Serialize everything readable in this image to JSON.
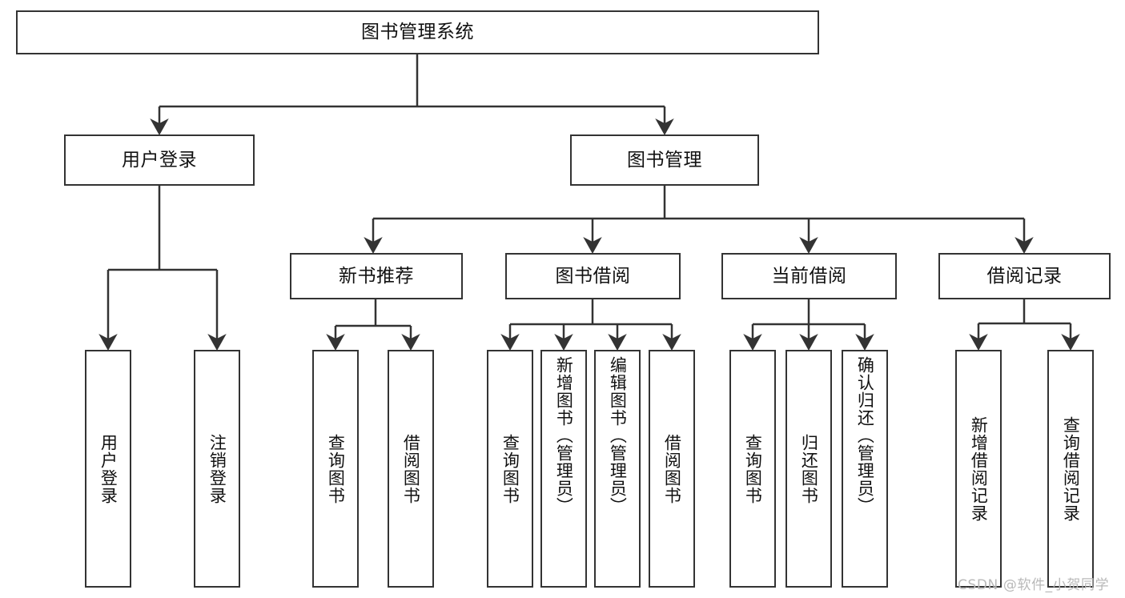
{
  "diagram": {
    "title": "图书管理系统",
    "type": "tree",
    "colors": {
      "box_border": "#333333",
      "box_fill": "#ffffff",
      "edge": "#333333",
      "text": "#111111",
      "watermark": "#b9b9b9",
      "background": "#ffffff"
    },
    "root": {
      "label": "图书管理系统"
    },
    "level2": [
      {
        "id": "user-login",
        "label": "用户登录"
      },
      {
        "id": "book-manage",
        "label": "图书管理"
      }
    ],
    "level3": [
      {
        "id": "new-book-recommend",
        "label": "新书推荐",
        "parent": "book-manage"
      },
      {
        "id": "book-borrow",
        "label": "图书借阅",
        "parent": "book-manage"
      },
      {
        "id": "current-borrow",
        "label": "当前借阅",
        "parent": "book-manage"
      },
      {
        "id": "borrow-record",
        "label": "借阅记录",
        "parent": "book-manage"
      }
    ],
    "leaves": [
      {
        "id": "leaf-user-login",
        "label": "用户登录",
        "parent": "user-login"
      },
      {
        "id": "leaf-logout-login",
        "label": "注销登录",
        "parent": "user-login"
      },
      {
        "id": "leaf-query-book-1",
        "label": "查询图书",
        "parent": "new-book-recommend"
      },
      {
        "id": "leaf-borrow-book-1",
        "label": "借阅图书",
        "parent": "new-book-recommend"
      },
      {
        "id": "leaf-query-book-2",
        "label": "查询图书",
        "parent": "book-borrow"
      },
      {
        "id": "leaf-add-book",
        "label": "新增图书（管理员）",
        "parent": "book-borrow"
      },
      {
        "id": "leaf-edit-book",
        "label": "编辑图书（管理员）",
        "parent": "book-borrow"
      },
      {
        "id": "leaf-borrow-book-2",
        "label": "借阅图书",
        "parent": "book-borrow"
      },
      {
        "id": "leaf-query-book-3",
        "label": "查询图书",
        "parent": "current-borrow"
      },
      {
        "id": "leaf-return-book",
        "label": "归还图书",
        "parent": "current-borrow"
      },
      {
        "id": "leaf-confirm-return",
        "label": "确认归还（管理员）",
        "parent": "current-borrow"
      },
      {
        "id": "leaf-add-record",
        "label": "新增借阅记录",
        "parent": "borrow-record"
      },
      {
        "id": "leaf-query-record",
        "label": "查询借阅记录",
        "parent": "borrow-record"
      }
    ],
    "watermark": "CSDN @软件_小贺同学"
  }
}
